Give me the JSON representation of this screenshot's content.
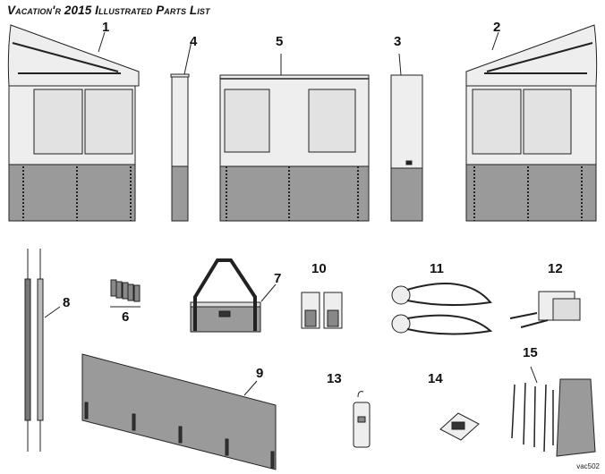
{
  "title": "Vacation'r 2015 Illustrated Parts List",
  "callouts": {
    "p1": "1",
    "p2": "2",
    "p3": "3",
    "p4": "4",
    "p5": "5",
    "p6": "6",
    "p7": "7",
    "p8": "8",
    "p9": "9",
    "p10": "10",
    "p11": "11",
    "p12": "12",
    "p13": "13",
    "p14": "14",
    "p15": "15"
  },
  "drawing_code": "vac502",
  "colors": {
    "light": "#eeeeee",
    "window": "#e2e2e2",
    "dark": "#9a9a9a",
    "line": "#222222"
  }
}
